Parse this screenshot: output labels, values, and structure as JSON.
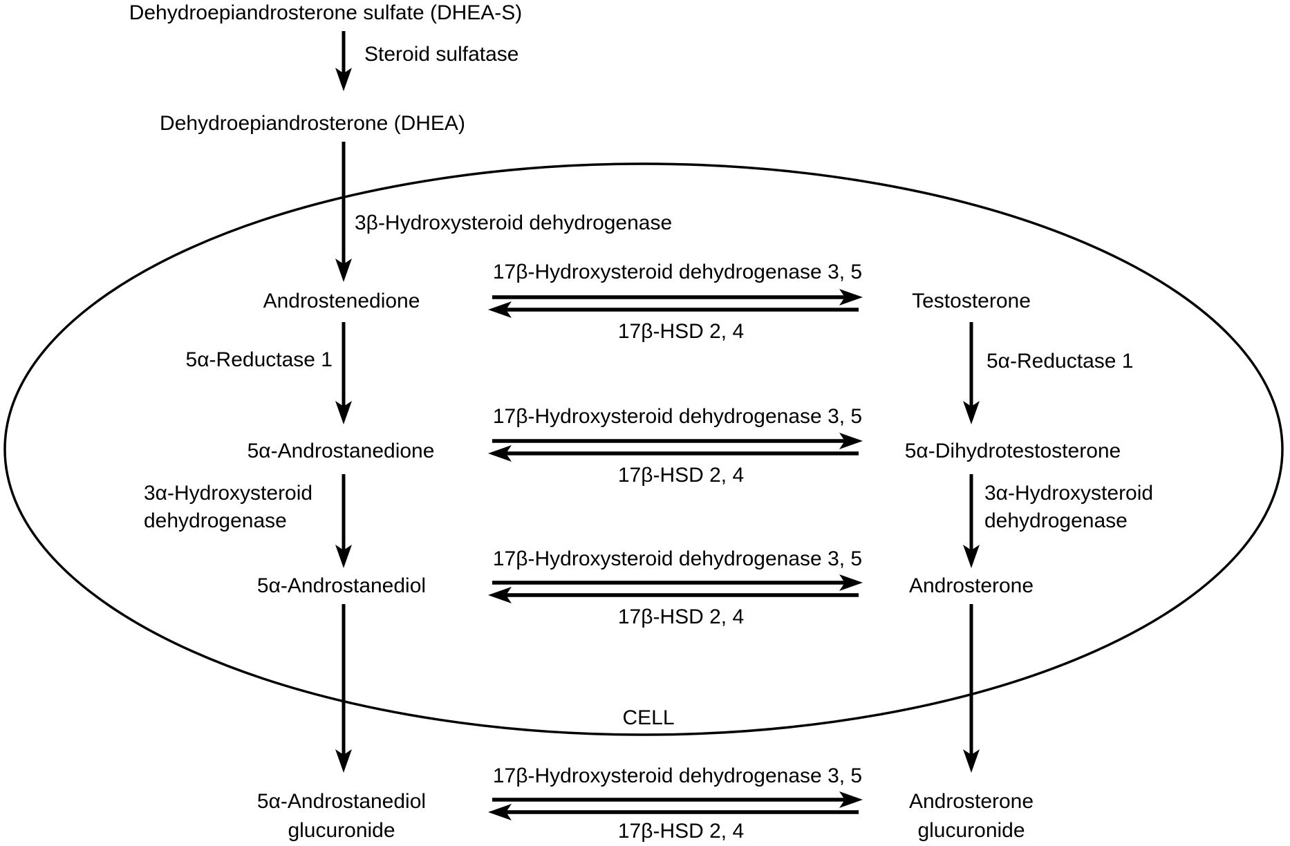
{
  "pathway": {
    "extracellular_top": {
      "dheas": "Dehydroepiandrosterone sulfate (DHEA-S)",
      "steroid_sulfatase": "Steroid sulfatase",
      "dhea": "Dehydroepiandrosterone (DHEA)"
    },
    "cell": {
      "label": "CELL",
      "entry_enzyme": "3β-Hydroxysteroid dehydrogenase",
      "nodes": {
        "androstenedione": "Androstenedione",
        "testosterone": "Testosterone",
        "androstanedione": "5α-Androstanedione",
        "dihydrotestosterone": "5α-Dihydrotestosterone",
        "androstanediol": "5α-Androstanediol",
        "androsterone": "Androsterone"
      },
      "enzymes": {
        "hsd17b_forward": "17β-Hydroxysteroid dehydrogenase 3, 5",
        "hsd17b_reverse": "17β-HSD 2, 4",
        "reductase": "5α-Reductase 1",
        "hsd3a_line1": "3α-Hydroxysteroid",
        "hsd3a_line2": "dehydrogenase"
      }
    },
    "extracellular_bottom": {
      "androstanediol_glucuronide_line1": "5α-Androstanediol",
      "androstanediol_glucuronide_line2": "glucuronide",
      "androsterone_glucuronide_line1": "Androsterone",
      "androsterone_glucuronide_line2": "glucuronide"
    },
    "colors": {
      "ink": "#000000",
      "background": "#ffffff"
    }
  }
}
